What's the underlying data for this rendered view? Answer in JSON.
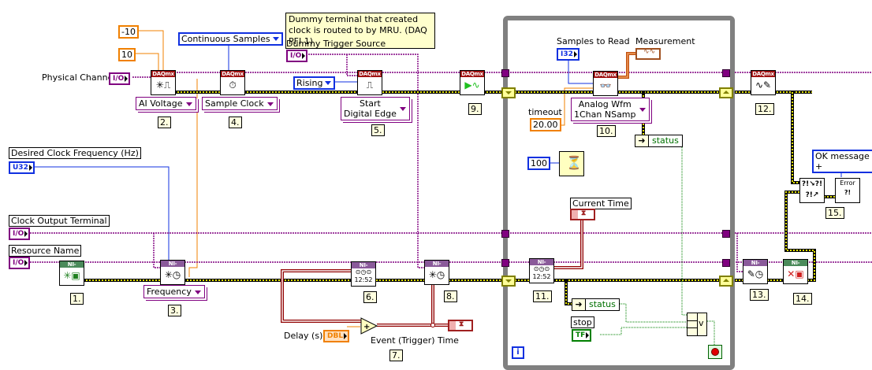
{
  "note": "Dummy terminal that created clock is routed to by MRU. (DAQ PFI 1)",
  "controls": {
    "physical_channel": {
      "label": "Physical Channel",
      "type": "I/O"
    },
    "dummy_trigger_source": {
      "label": "Dummy Trigger Source",
      "type": "I/O"
    },
    "desired_clock_frequency": {
      "label": "Desired Clock Frequency (Hz)",
      "type": "U32"
    },
    "clock_output_terminal": {
      "label": "Clock Output Terminal",
      "type": "I/O"
    },
    "resource_name": {
      "label": "Resource Name",
      "type": "I/O"
    },
    "samples_to_read": {
      "label": "Samples to Read",
      "type": "I32"
    },
    "delay": {
      "label": "Delay (s)",
      "type": "DBL"
    },
    "stop": {
      "label": "stop",
      "type": "TF"
    }
  },
  "indicators": {
    "measurement": {
      "label": "Measurement"
    },
    "current_time": {
      "label": "Current Time"
    },
    "event_time": {
      "label": "Event (Trigger) Time"
    },
    "status_1": {
      "label": "status"
    },
    "status_2": {
      "label": "status"
    }
  },
  "constants": {
    "min_val": "-10",
    "max_val": "10",
    "sample_mode": "Continuous Samples",
    "edge": "Rising",
    "timeout_label": "timeout",
    "timeout": "20.00",
    "wait_ms": "100",
    "error_msg": "OK message +"
  },
  "rings": {
    "ai_voltage": "AI Voltage",
    "sample_clock": "Sample Clock",
    "start_trigger": "Start\nDigital Edge",
    "read_type": "Analog Wfm\n1Chan NSamp",
    "frequency": "Frequency"
  },
  "vi_bands": {
    "daq": "DAQmx",
    "sync": "NI-SYNC"
  },
  "steps": [
    "1.",
    "2.",
    "3.",
    "4.",
    "5.",
    "6.",
    "7.",
    "8.",
    "9.",
    "10.",
    "11.",
    "12.",
    "13.",
    "14.",
    "15."
  ],
  "loop": {
    "iteration": "i"
  },
  "time_glyph": "12:52"
}
